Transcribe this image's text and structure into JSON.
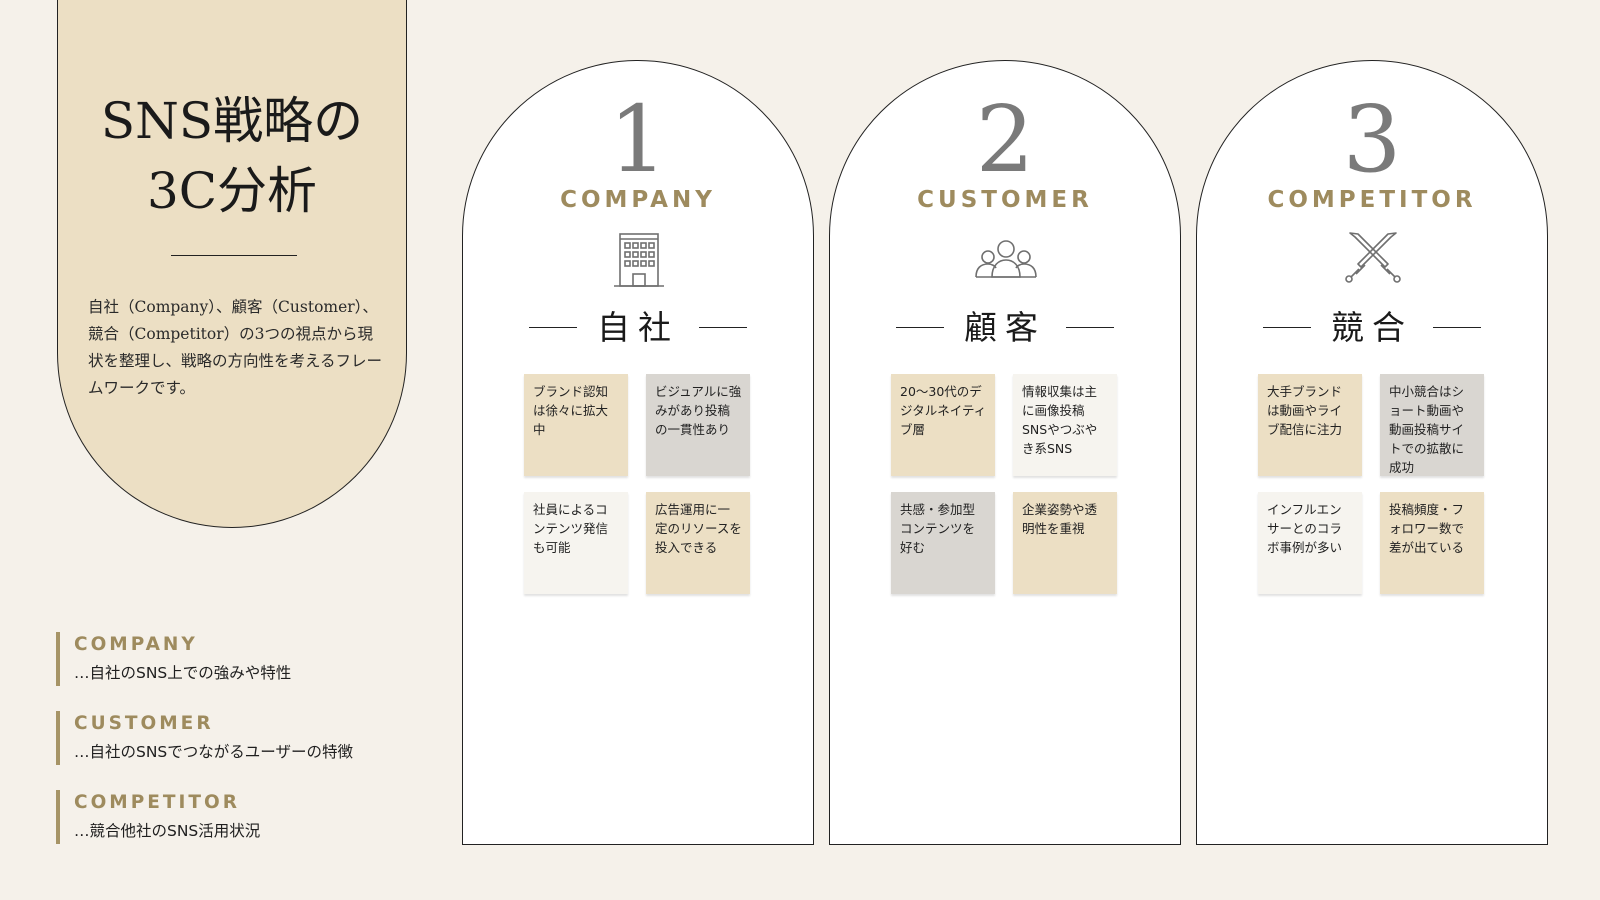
{
  "colors": {
    "background": "#F5F1EA",
    "beige": "#ECDFC4",
    "gray": "#D9D6D1",
    "white_note": "#F6F4EF",
    "gold": "#9E8B5E",
    "number_gray": "#7a7a7a"
  },
  "title": {
    "line1": "SNS戦略の",
    "line2": "3C分析"
  },
  "intro": "自社（Company）、顧客（Customer）、競合（Competitor）の3つの視点から現状を整理し、戦略の方向性を考えるフレームワークです。",
  "legend": [
    {
      "heading": "COMPANY",
      "desc": "…自社のSNS上での強みや特性"
    },
    {
      "heading": "CUSTOMER",
      "desc": "…自社のSNSでつながるユーザーの特徴"
    },
    {
      "heading": "COMPETITOR",
      "desc": "…競合他社のSNS活用状況"
    }
  ],
  "cards": [
    {
      "number": "1",
      "english": "COMPANY",
      "japanese": "自社",
      "icon": "building-icon",
      "notes": [
        {
          "text": "ブランド認知は徐々に拡大中",
          "color": "beige"
        },
        {
          "text": "ビジュアルに強みがあり投稿の一貫性あり",
          "color": "gray"
        },
        {
          "text": "社員によるコンテンツ発信も可能",
          "color": "white_note"
        },
        {
          "text": "広告運用に一定のリソースを投入できる",
          "color": "beige"
        }
      ]
    },
    {
      "number": "2",
      "english": "CUSTOMER",
      "japanese": "顧客",
      "icon": "people-group-icon",
      "notes": [
        {
          "text": "20〜30代のデジタルネイティブ層",
          "color": "beige"
        },
        {
          "text": "情報収集は主に画像投稿SNSやつぶやき系SNS",
          "color": "white_note"
        },
        {
          "text": "共感・参加型コンテンツを好む",
          "color": "gray"
        },
        {
          "text": "企業姿勢や透明性を重視",
          "color": "beige"
        }
      ]
    },
    {
      "number": "3",
      "english": "COMPETITOR",
      "japanese": "競合",
      "icon": "crossed-swords-icon",
      "notes": [
        {
          "text": "大手ブランドは動画やライブ配信に注力",
          "color": "beige"
        },
        {
          "text": "中小競合はショート動画や動画投稿サイトでの拡散に成功",
          "color": "gray"
        },
        {
          "text": "インフルエンサーとのコラボ事例が多い",
          "color": "white_note"
        },
        {
          "text": "投稿頻度・フォロワー数で差が出ている",
          "color": "beige"
        }
      ]
    }
  ]
}
